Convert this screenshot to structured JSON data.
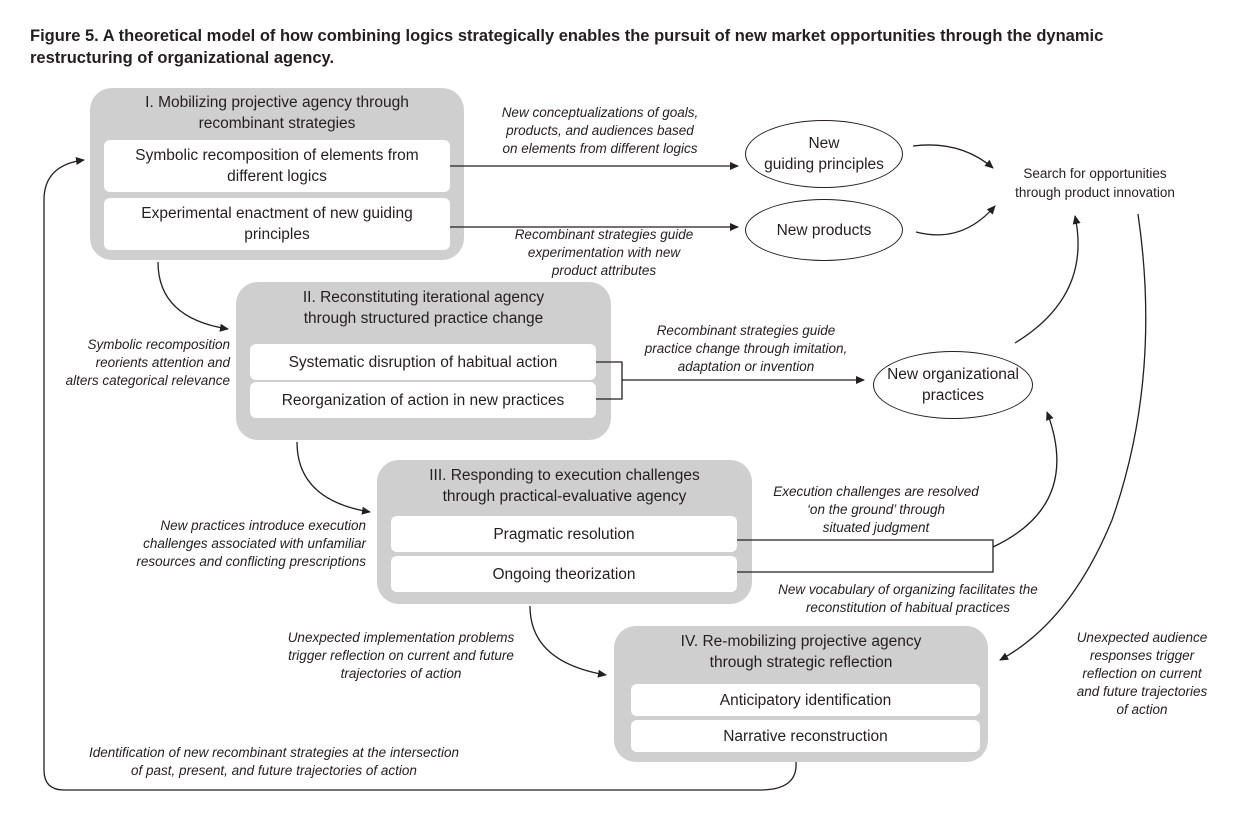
{
  "figure": {
    "title_line1": "Figure 5.  A theoretical model of how combining logics strategically enables the pursuit of new market opportunities through the dynamic",
    "title_line2": "restructuring of organizational agency."
  },
  "panels": {
    "p1": {
      "title_line1": "I. Mobilizing projective agency through",
      "title_line2": "recombinant strategies",
      "item1_line1": "Symbolic recomposition of elements from",
      "item1_line2": "different logics",
      "item2_line1": "Experimental enactment of new guiding",
      "item2_line2": "principles"
    },
    "p2": {
      "title_line1": "II. Reconstituting iterational agency",
      "title_line2": "through structured practice change",
      "item1": "Systematic disruption of habitual action",
      "item2": "Reorganization of action in new practices"
    },
    "p3": {
      "title_line1": "III. Responding to execution challenges",
      "title_line2": "through practical-evaluative agency",
      "item1": "Pragmatic resolution",
      "item2": "Ongoing theorization"
    },
    "p4": {
      "title_line1": "IV. Re-mobilizing projective agency",
      "title_line2": "through strategic reflection",
      "item1": "Anticipatory identification",
      "item2": "Narrative reconstruction"
    }
  },
  "ovals": {
    "guiding_line1": "New",
    "guiding_line2": "guiding principles",
    "products": "New products",
    "practices_line1": "New organizational",
    "practices_line2": "practices"
  },
  "outcome": {
    "line1": "Search for opportunities",
    "line2": "through product innovation"
  },
  "labels": {
    "new_concepts": [
      "New conceptualizations of goals,",
      "products, and audiences based",
      "on elements from different logics"
    ],
    "recombinant_experimentation": [
      "Recombinant strategies guide",
      "experimentation with new",
      "product attributes"
    ],
    "recombinant_practice": [
      "Recombinant strategies guide",
      "practice change through imitation,",
      "adaptation or invention"
    ],
    "symbolic_reorients": [
      "Symbolic recomposition",
      "reorients attention and",
      "alters categorical relevance"
    ],
    "new_practices_challenges": [
      "New practices introduce execution",
      "challenges associated with unfamiliar",
      "resources and conflicting prescriptions"
    ],
    "execution_resolved": [
      "Execution challenges are resolved",
      "‘on the ground’ through",
      "situated judgment"
    ],
    "new_vocabulary": [
      "New vocabulary of organizing facilitates the",
      "reconstitution of habitual practices"
    ],
    "unexpected_problems": [
      "Unexpected implementation problems",
      "trigger reflection on current and future",
      "trajectories of action"
    ],
    "unexpected_audience": [
      "Unexpected audience",
      "responses trigger",
      "reflection on current",
      "and future trajectories",
      "of action"
    ],
    "identification": [
      "Identification of new recombinant strategies at the intersection",
      "of past, present, and future trajectories of action"
    ]
  }
}
